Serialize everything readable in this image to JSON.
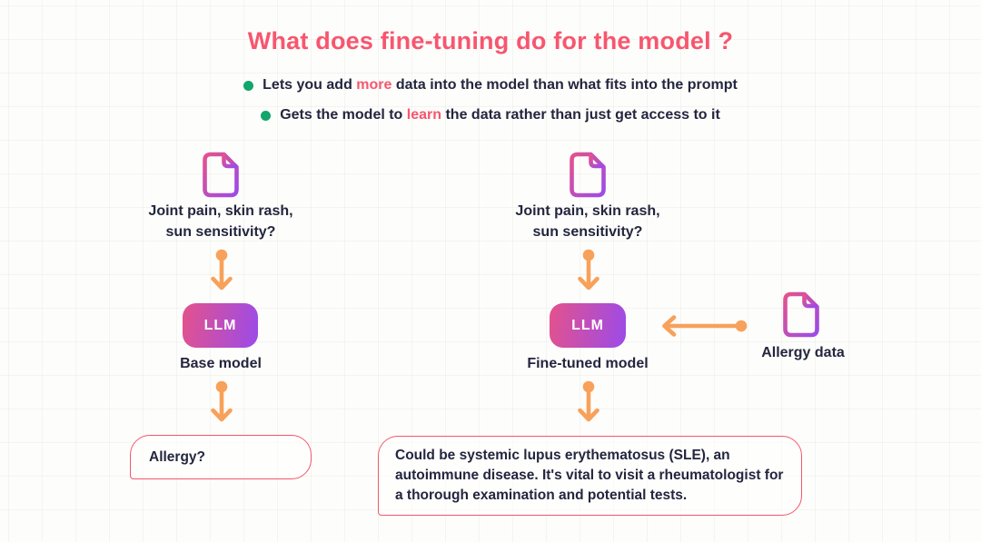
{
  "colors": {
    "accent_pink": "#F7566F",
    "text_dark": "#23263E",
    "bullet_green": "#12A56C",
    "arrow_orange": "#F7A15B",
    "gradient_pink": "#E4528C",
    "gradient_purple": "#9B4BE9",
    "bubble_border": "#F4566D"
  },
  "title": "What does fine-tuning do for the model ?",
  "bullets": [
    {
      "pre": "Lets you add ",
      "highlight": "more",
      "post": " data into the model than what fits into the prompt"
    },
    {
      "pre": "Gets the model to ",
      "highlight": "learn",
      "post": " the data rather than just get access to it"
    }
  ],
  "left": {
    "caption_line1": "Joint pain, skin rash,",
    "caption_line2": "sun sensitivity?",
    "llm_label": "LLM",
    "model_label": "Base model",
    "bubble_text": "Allergy?"
  },
  "right": {
    "caption_line1": "Joint pain, skin rash,",
    "caption_line2": "sun sensitivity?",
    "llm_label": "LLM",
    "model_label": "Fine-tuned model",
    "bubble_text": "Could be systemic lupus erythematosus (SLE), an autoimmune disease. It's vital to visit a rheumatologist for a thorough examination and potential tests."
  },
  "allergy_data": {
    "label": "Allergy data"
  }
}
